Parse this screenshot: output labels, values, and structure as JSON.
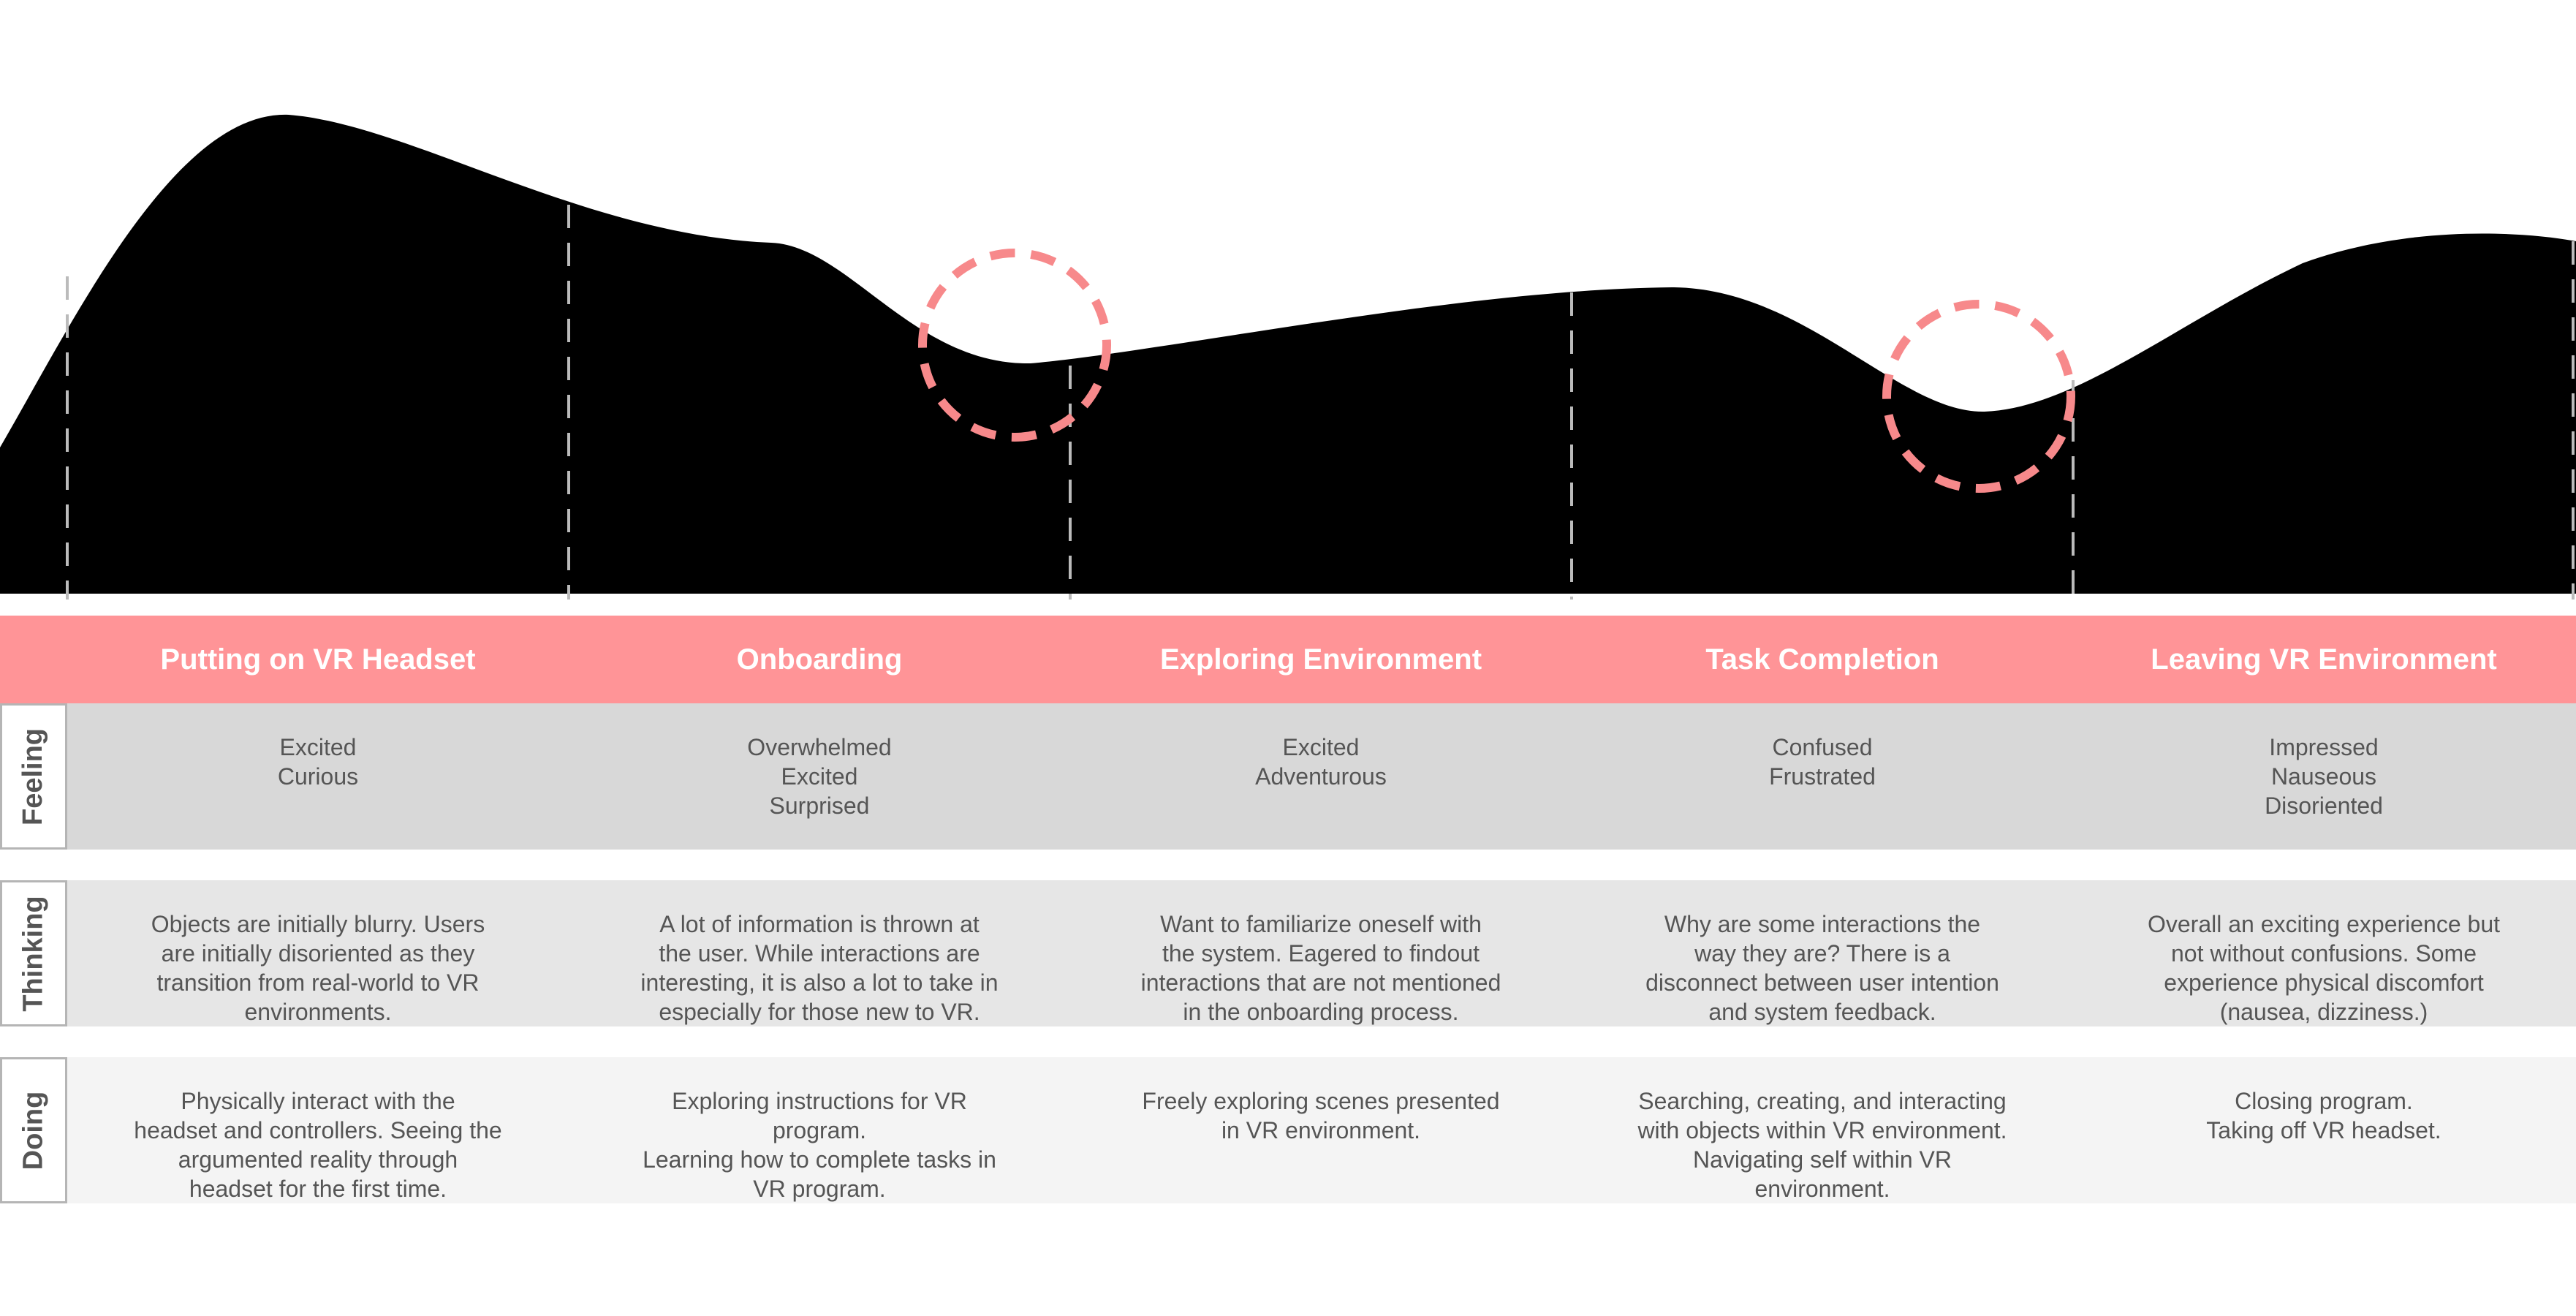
{
  "colors": {
    "curve": "#000000",
    "accent": "#ff9497",
    "pain_marker": "#f7898b",
    "feeling_bg": "#d8d8d8",
    "thinking_bg": "#e6e6e6",
    "doing_bg": "#f4f4f4",
    "divider": "#bbbbbb"
  },
  "stages": [
    {
      "title": "Putting on VR Headset",
      "feeling": "Excited\nCurious",
      "thinking": "Objects are initially blurry. Users\nare initially disoriented as they\ntransition from real-world to VR\nenvironments.",
      "doing": "Physically interact with the\nheadset and controllers. Seeing the\nargumented reality through\nheadset for the first time."
    },
    {
      "title": "Onboarding",
      "feeling": "Overwhelmed\nExcited\nSurprised",
      "thinking": "A lot of information is thrown at\nthe user. While interactions are\ninteresting, it is also a lot to take in\nespecially for those new to VR.",
      "doing": "Exploring instructions for VR\nprogram.\nLearning how to complete tasks in\nVR program."
    },
    {
      "title": "Exploring Environment",
      "feeling": "Excited\nAdventurous",
      "thinking": "Want to familiarize oneself with\nthe system. Eagered to findout\ninteractions that are not mentioned\nin the onboarding process.",
      "doing": "Freely exploring scenes presented\nin VR environment."
    },
    {
      "title": "Task Completion",
      "feeling": "Confused\nFrustrated",
      "thinking": "Why are some interactions the\nway they are? There is a\ndisconnect between user intention\nand system feedback.",
      "doing": "Searching, creating, and interacting\nwith objects within VR environment.\nNavigating self within VR\nenvironment."
    },
    {
      "title": "Leaving VR Environment",
      "feeling": "Impressed\nNauseous\nDisoriented",
      "thinking": "Overall an exciting experience but\nnot without confusions. Some\nexperience physical discomfort\n(nausea, dizziness.)",
      "doing": "Closing program.\nTaking off VR headset."
    }
  ],
  "rows": {
    "feeling_label": "Feeling",
    "thinking_label": "Thinking",
    "doing_label": "Doing"
  },
  "pain_points": [
    {
      "stage": "Onboarding"
    },
    {
      "stage": "Task Completion"
    }
  ]
}
